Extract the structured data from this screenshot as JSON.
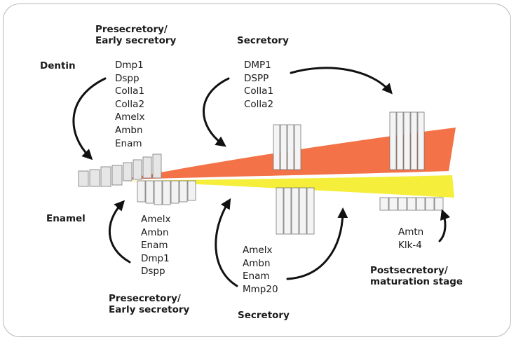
{
  "stages": {
    "dentin": "Dentin",
    "enamel": "Enamel",
    "top_early": [
      "Presecretory/",
      "Early secretory"
    ],
    "top_secretory": "Secretory",
    "bottom_early": [
      "Presecretory/",
      "Early secretory"
    ],
    "bottom_secretory": "Secretory",
    "post": [
      "Postsecretory/",
      "maturation stage"
    ]
  },
  "genes": {
    "dentin_early": [
      "Dmp1",
      "Dspp",
      "Colla1",
      "Colla2",
      "Amelx",
      "Ambn",
      "Enam"
    ],
    "dentin_secretory": [
      "DMP1",
      "DSPP",
      "Colla1",
      "Colla2"
    ],
    "enamel_early": [
      "Amelx",
      "Ambn",
      "Enam",
      "Dmp1",
      "Dspp"
    ],
    "enamel_secretory": [
      "Amelx",
      "Ambn",
      "Enam",
      "Mmp20"
    ],
    "maturation": [
      "Amtn",
      "Klk-4"
    ]
  },
  "colors": {
    "dentin_band": "#f26a3d",
    "enamel_band": "#f5ee3a",
    "frame": "#b9b9b9"
  }
}
